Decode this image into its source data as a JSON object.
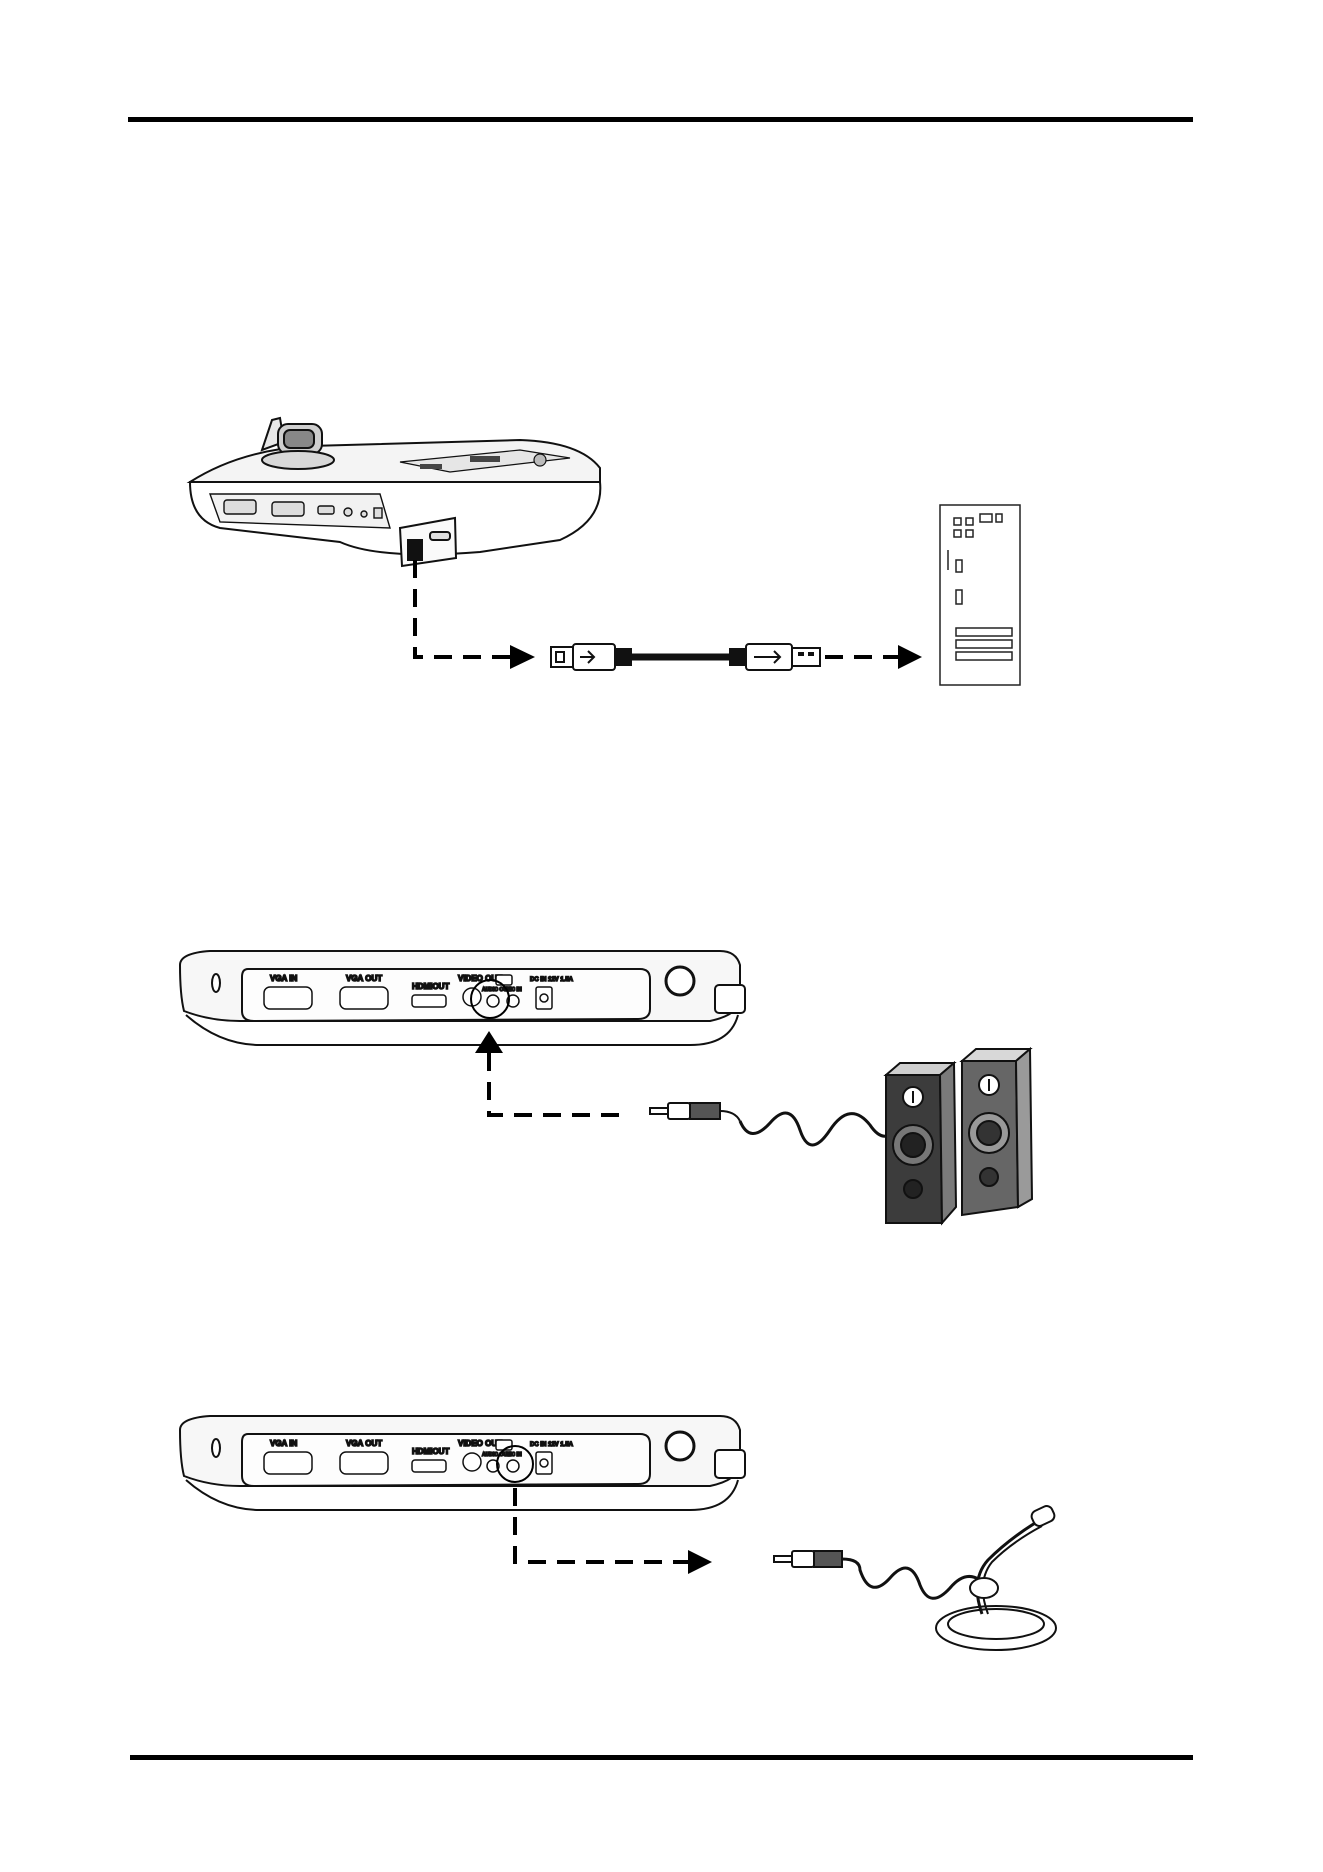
{
  "page": {
    "background": "#ffffff",
    "ink": "#000000",
    "line_gray": "#555555"
  },
  "figures": {
    "usb": {
      "device": "document-camera",
      "connector_left": "usb-type-b-plug",
      "connector_right": "usb-type-a-plug",
      "target": "pc-tower-rear"
    },
    "speaker": {
      "device_panel": {
        "ports": {
          "vga_in": "VGA IN",
          "vga_out": "VGA OUT",
          "hdmi_out": "HDMIOUT",
          "video_out": "VIDEO OUT",
          "dc_in": "DC IN 12V 1.5A",
          "audio_out": "AUDIO OUT",
          "mic_in": "MIC IN"
        },
        "highlighted_port": "audio-out"
      },
      "connector": "3.5mm-audio-plug",
      "target": "stereo-speakers"
    },
    "microphone": {
      "device_panel": {
        "ports": {
          "vga_in": "VGA IN",
          "vga_out": "VGA OUT",
          "hdmi_out": "HDMIOUT",
          "video_out": "VIDEO OUT",
          "dc_in": "DC IN 12V 1.5A",
          "audio_out": "AUDIO OUT",
          "mic_in": "MIC IN"
        },
        "highlighted_port": "mic-in"
      },
      "connector": "3.5mm-audio-plug",
      "target": "desktop-microphone"
    }
  }
}
